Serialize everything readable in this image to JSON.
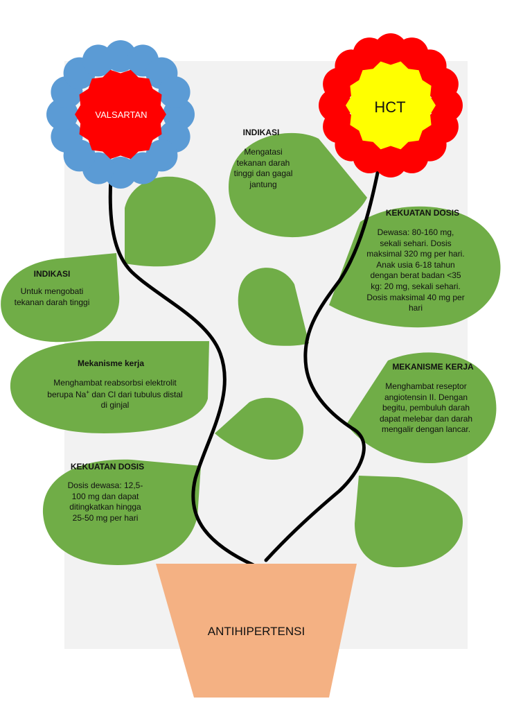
{
  "flowers": {
    "left": {
      "label": "VALSARTAN",
      "petal_color": "#5b9bd5",
      "center_color": "#ff0000",
      "label_color": "#ffffff"
    },
    "right": {
      "label": "HCT",
      "petal_color": "#ff0000",
      "center_color": "#ffff00",
      "label_color": "#111111"
    }
  },
  "pot": {
    "label": "ANTIHIPERTENSI",
    "color": "#f4b183"
  },
  "colors": {
    "background_panel": "#f2f2f2",
    "leaf": "#70ad47",
    "stem": "#000000"
  },
  "leaves": {
    "hct_indikasi": {
      "title": "INDIKASI",
      "body": "Mengatasi tekanan darah tinggi dan gagal jantung"
    },
    "hct_kekuatan_dosis": {
      "title": "KEKUATAN DOSIS",
      "body": "Dewasa: 80-160 mg, sekali sehari. Dosis maksimal 320 mg per hari. Anak usia 6-18 tahun dengan berat badan <35 kg: 20 mg, sekali sehari. Dosis maksimal 40 mg per hari"
    },
    "valsartan_indikasi": {
      "title": "INDIKASI",
      "body": "Untuk mengobati tekanan darah tinggi"
    },
    "valsartan_mekanisme": {
      "title": "Mekanisme kerja",
      "body_before": "Menghambat reabsorbsi elektrolit berupa Na",
      "superscript": "+",
      "body_after": " dan Cl dari tubulus distal di ginjal"
    },
    "hct_mekanisme": {
      "title": "MEKANISME KERJA",
      "body": "Menghambat reseptor angiotensin II. Dengan begitu, pembuluh darah dapat melebar dan darah mengalir dengan lancar."
    },
    "valsartan_kekuatan_dosis": {
      "title": "KEKUATAN DOSIS",
      "body": "Dosis dewasa: 12,5-100 mg dan dapat ditingkatkan hingga 25-50 mg per hari"
    }
  }
}
